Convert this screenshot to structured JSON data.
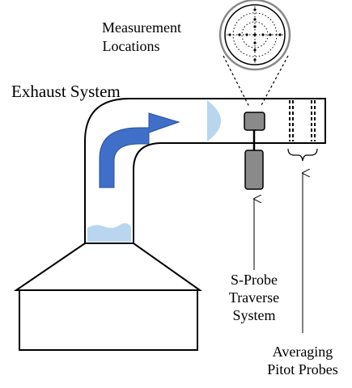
{
  "labels": {
    "measurement_line1": "Measurement",
    "measurement_line2": "Locations",
    "exhaust_system": "Exhaust System",
    "sprobe_line1": "S-Probe",
    "sprobe_line2": "Traverse",
    "sprobe_line3": "System",
    "avg_line1": "Averaging",
    "avg_line2": "Pitot Probes"
  },
  "colors": {
    "outline": "#000000",
    "flow_arrow": "#3f6fc8",
    "flow_arrow_edge": "#2a4f9a",
    "velocity_profile": "#b9d6ee",
    "probe_fill": "#8a8a8a"
  },
  "icons": {
    "flow_arrow": "curved-arrow-icon",
    "traverse_grid": "circular-grid-icon"
  }
}
